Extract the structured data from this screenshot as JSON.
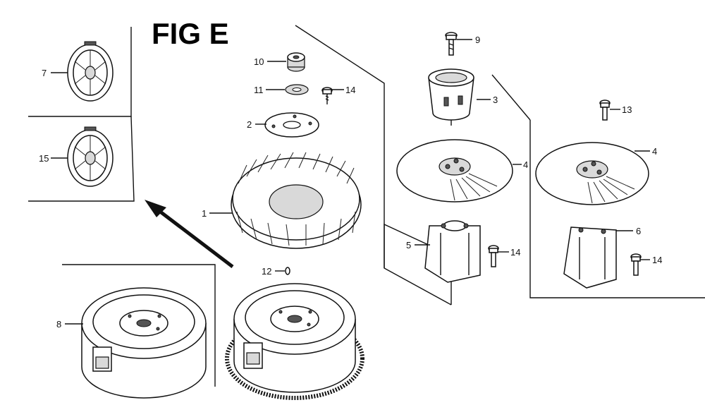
{
  "figure": {
    "title": "FIG E"
  },
  "callouts": {
    "c1": "1",
    "c2": "2",
    "c3": "3",
    "c4a": "4",
    "c4b": "4",
    "c5": "5",
    "c6": "6",
    "c7": "7",
    "c8": "8",
    "c9": "9",
    "c10": "10",
    "c11": "11",
    "c12": "12",
    "c13": "13",
    "c14a": "14",
    "c14b": "14",
    "c14c": "14",
    "c15": "15"
  }
}
